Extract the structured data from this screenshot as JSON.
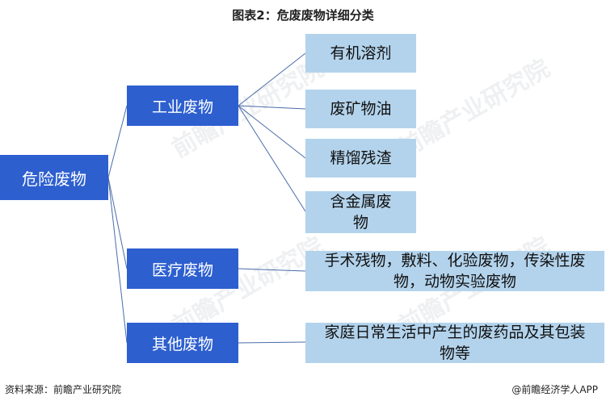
{
  "title": "图表2：危废废物详细分类",
  "root": "危险废物",
  "categories": [
    {
      "label": "工业废物",
      "children": [
        "有机溶剂",
        "废矿物油",
        "精馏残渣",
        "含金属废物"
      ]
    },
    {
      "label": "医疗废物",
      "children": [
        "手术残物，敷料、化验废物，传染性废物，动物实验废物"
      ]
    },
    {
      "label": "其他废物",
      "children": [
        "家庭日常生活中产生的废药品及其包装物等"
      ]
    }
  ],
  "footer": {
    "source": "资料来源：前瞻产业研究院",
    "brand": "@前瞻经济学人APP"
  },
  "watermark": "前瞻产业研究院",
  "colors": {
    "node_dark": "#2d5fcf",
    "node_light": "#b3d3ec",
    "connector": "#4a6ca8"
  }
}
